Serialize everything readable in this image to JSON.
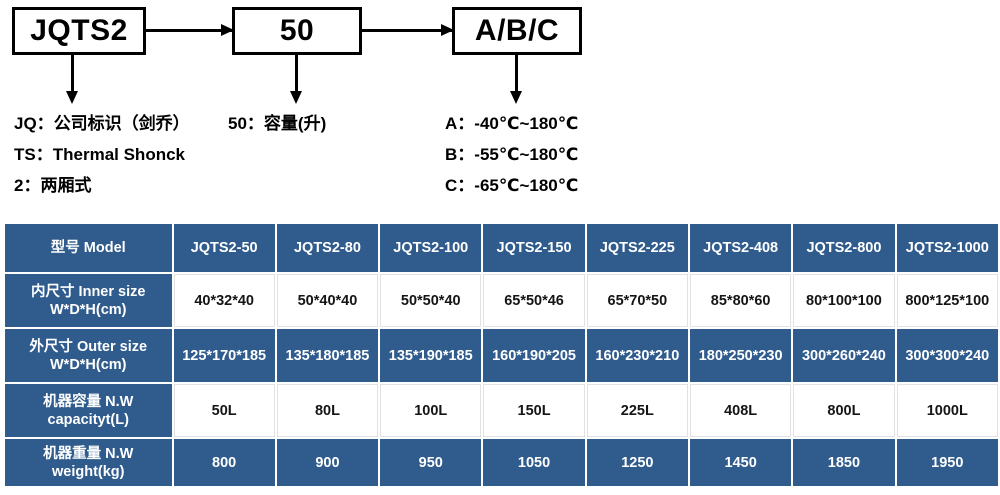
{
  "diagram": {
    "boxes": [
      {
        "name": "model-prefix",
        "label": "JQTS2"
      },
      {
        "name": "capacity",
        "label": "50"
      },
      {
        "name": "temp-grade",
        "label": "A/B/C"
      }
    ],
    "legend_left": [
      {
        "key": "JQ：",
        "text": "公司标识（剑乔）"
      },
      {
        "key": "TS：",
        "text": "Thermal Shonck"
      },
      {
        "key": "2：",
        "text": "两厢式"
      }
    ],
    "legend_mid": [
      {
        "key": "50：",
        "text": "容量(升)"
      }
    ],
    "legend_right": [
      {
        "key": "A：",
        "text": "-40℃~180℃"
      },
      {
        "key": "B：",
        "text": "-55℃~180℃"
      },
      {
        "key": "C：",
        "text": "-65℃~180℃"
      }
    ]
  },
  "table": {
    "rows": [
      {
        "name": "model",
        "label": "型号 Model",
        "label_line2": "",
        "style": "blue",
        "values": [
          "JQTS2-50",
          "JQTS2-80",
          "JQTS2-100",
          "JQTS2-150",
          "JQTS2-225",
          "JQTS2-408",
          "JQTS2-800",
          "JQTS2-1000"
        ]
      },
      {
        "name": "inner-size",
        "label": "内尺寸 Inner size",
        "label_line2": "W*D*H(cm)",
        "style": "white",
        "values": [
          "40*32*40",
          "50*40*40",
          "50*50*40",
          "65*50*46",
          "65*70*50",
          "85*80*60",
          "80*100*100",
          "800*125*100"
        ]
      },
      {
        "name": "outer-size",
        "label": "外尺寸 Outer size",
        "label_line2": "W*D*H(cm)",
        "style": "blue",
        "values": [
          "125*170*185",
          "135*180*185",
          "135*190*185",
          "160*190*205",
          "160*230*210",
          "180*250*230",
          "300*260*240",
          "300*300*240"
        ]
      },
      {
        "name": "capacity",
        "label": "机器容量 N.W",
        "label_line2": "capacityt(L)",
        "style": "white",
        "values": [
          "50L",
          "80L",
          "100L",
          "150L",
          "225L",
          "408L",
          "800L",
          "1000L"
        ]
      },
      {
        "name": "weight",
        "label": "机器重量 N.W",
        "label_line2": "weight(kg)",
        "style": "blue",
        "values": [
          "800",
          "900",
          "950",
          "1050",
          "1250",
          "1450",
          "1850",
          "1950"
        ]
      }
    ]
  },
  "colors": {
    "table_blue": "#2F5B8D",
    "table_white": "#FFFFFF",
    "text_dark": "#151515",
    "diagram_stroke": "#000000"
  }
}
